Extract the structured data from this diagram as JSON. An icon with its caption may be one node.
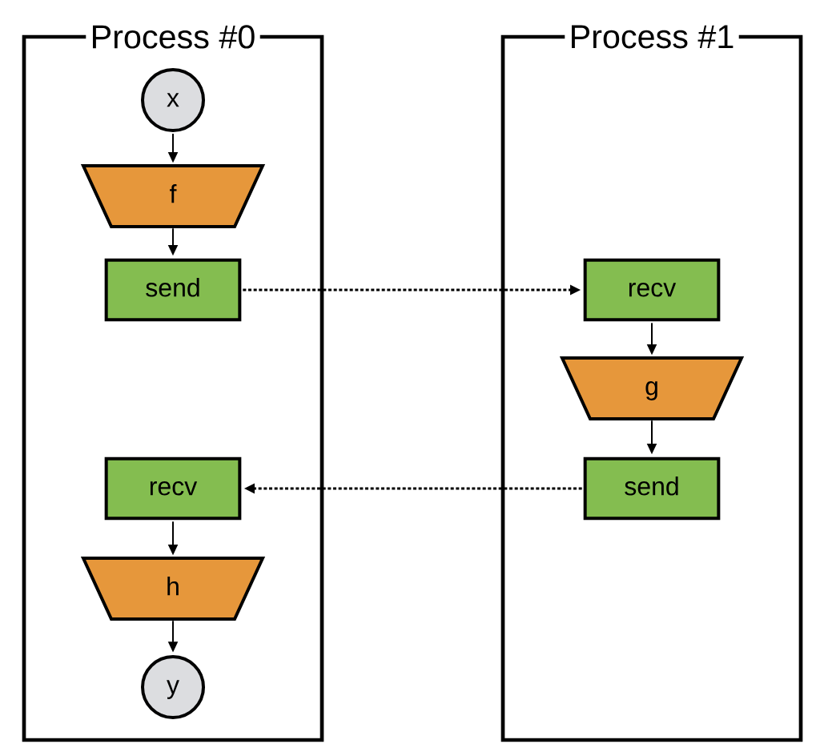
{
  "diagram": {
    "nodes": [
      {
        "text": [
          "Process #0"
        ]
      },
      {
        "text": [
          "x"
        ],
        "in": 0
      },
      {
        "text": [
          "f"
        ],
        "in": 0
      },
      {
        "text": [
          "send"
        ],
        "in": 0
      },
      {
        "text": [
          "recv"
        ],
        "in": 0
      },
      {
        "text": [
          "h"
        ],
        "in": 0
      },
      {
        "text": [
          "y"
        ],
        "in": 0
      },
      {
        "text": [
          "Process #1"
        ]
      },
      {
        "text": [
          "recv"
        ],
        "in": 7
      },
      {
        "text": [
          "g"
        ],
        "in": 7
      },
      {
        "text": [
          "send"
        ],
        "in": 7
      }
    ],
    "edges": [
      {
        "from": 1,
        "to": 2,
        "arrow": "to"
      },
      {
        "from": 2,
        "to": 3,
        "arrow": "to"
      },
      {
        "from": 3,
        "to": 8,
        "arrow": "to",
        "style": "dashed"
      },
      {
        "from": 8,
        "to": 9,
        "arrow": "to"
      },
      {
        "from": 9,
        "to": 10,
        "arrow": "to"
      },
      {
        "from": 10,
        "to": 4,
        "arrow": "to",
        "style": "dashed"
      },
      {
        "from": 4,
        "to": 5,
        "arrow": "to"
      },
      {
        "from": 5,
        "to": 6,
        "arrow": "to"
      }
    ]
  }
}
